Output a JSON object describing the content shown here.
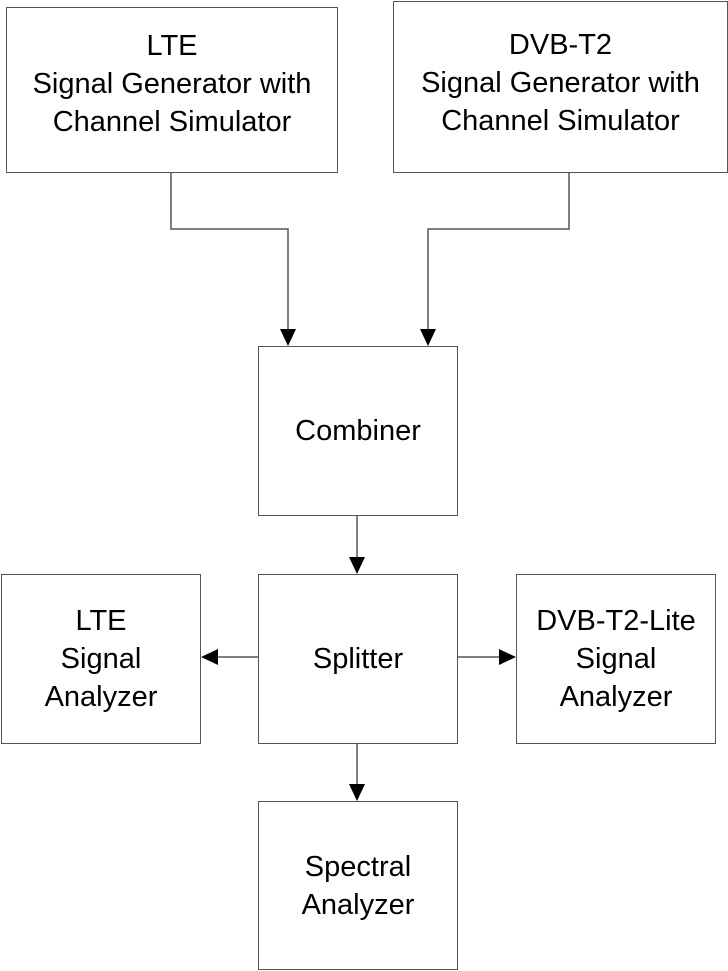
{
  "diagram": {
    "nodes": {
      "lte_generator": {
        "lines": [
          "LTE",
          "Signal Generator with",
          "Channel Simulator"
        ]
      },
      "dvb_generator": {
        "lines": [
          "DVB-T2",
          "Signal Generator with",
          "Channel Simulator"
        ]
      },
      "combiner": {
        "lines": [
          "Combiner"
        ]
      },
      "splitter": {
        "lines": [
          "Splitter"
        ]
      },
      "lte_analyzer": {
        "lines": [
          "LTE",
          "Signal",
          "Analyzer"
        ]
      },
      "dvb_analyzer": {
        "lines": [
          "DVB-T2-Lite",
          "Signal",
          "Analyzer"
        ]
      },
      "spectral_analyzer": {
        "lines": [
          "Spectral",
          "Analyzer"
        ]
      }
    },
    "edges": [
      {
        "from": "LTE Signal Generator with Channel Simulator",
        "to": "Combiner"
      },
      {
        "from": "DVB-T2 Signal Generator with Channel Simulator",
        "to": "Combiner"
      },
      {
        "from": "Combiner",
        "to": "Splitter"
      },
      {
        "from": "Splitter",
        "to": "LTE Signal Analyzer"
      },
      {
        "from": "Splitter",
        "to": "DVB-T2-Lite Signal Analyzer"
      },
      {
        "from": "Splitter",
        "to": "Spectral Analyzer"
      }
    ],
    "colors": {
      "line": "#555555",
      "arrowhead": "#000000",
      "text": "#000000",
      "background": "#ffffff"
    }
  }
}
